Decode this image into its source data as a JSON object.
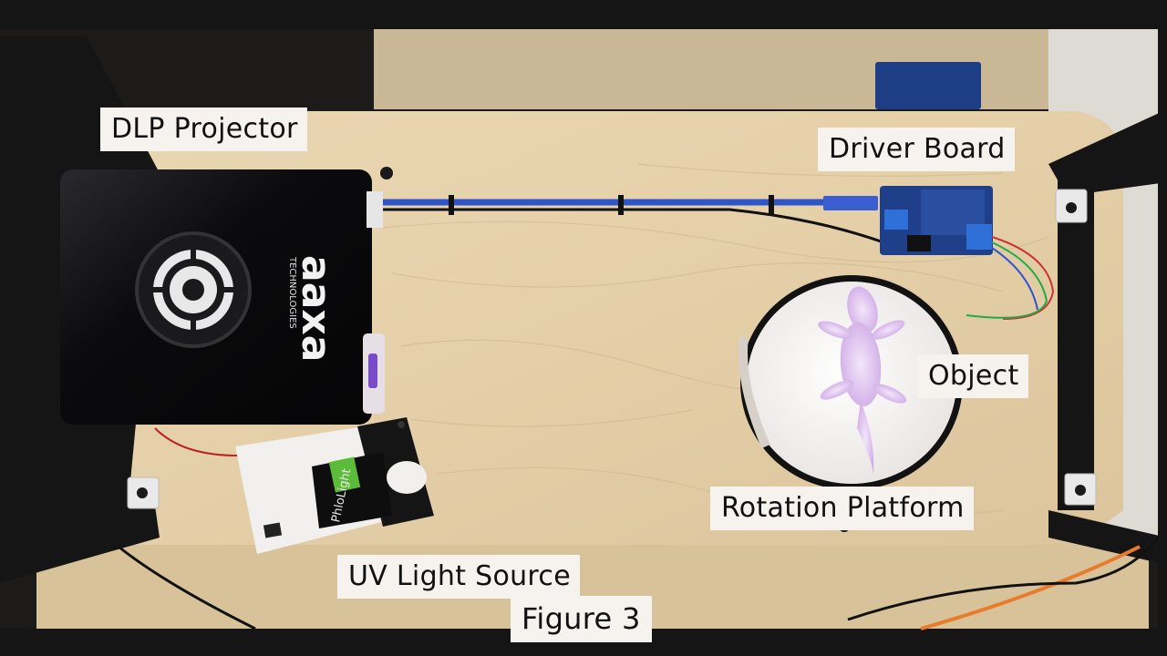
{
  "figure": {
    "caption": "Figure 3",
    "labels": {
      "dlp_projector": "DLP Projector",
      "driver_board": "Driver Board",
      "object": "Object",
      "rotation_platform": "Rotation Platform",
      "uv_light_source": "UV Light Source"
    },
    "projector_brand": {
      "logo": "aaxa",
      "sub": "TECHNOLOGIES"
    },
    "uv_module_logo": "PhloLight"
  },
  "colors": {
    "plywood": "#e6d2ae",
    "frame": "#161616",
    "projector": "#0c0c0e",
    "usb_cable": "#2f56c8",
    "driver_board": "#1f3f8a",
    "platform": "#f2f0ee",
    "object_glow": "#dcc2ec"
  }
}
